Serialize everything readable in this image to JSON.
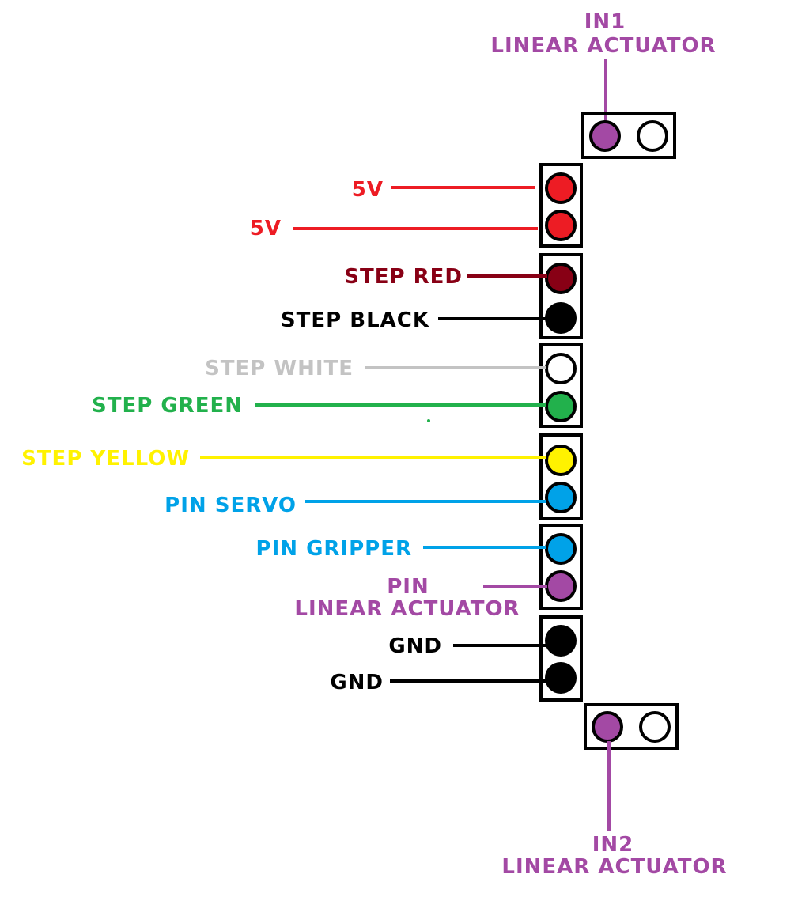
{
  "colors": {
    "purple": "#a349a4",
    "red": "#ed1c24",
    "dark_red": "#880015",
    "black": "#000000",
    "white_label": "#c3c3c3",
    "green": "#22b14c",
    "yellow": "#fff200",
    "blue": "#00a2e8",
    "empty": "#ffffff"
  },
  "top_connector": {
    "label_line1": "IN1",
    "label_line2": "LINEAR ACTUATOR",
    "pins": [
      "purple",
      "empty"
    ]
  },
  "bottom_connector": {
    "label_line1": "IN2",
    "label_line2": "LINEAR ACTUATOR",
    "pins": [
      "purple",
      "empty"
    ]
  },
  "header_groups": [
    {
      "pins": [
        {
          "label": "5V",
          "color": "red"
        },
        {
          "label": "5V",
          "color": "red"
        }
      ]
    },
    {
      "pins": [
        {
          "label": "STEP RED",
          "color": "dark_red"
        },
        {
          "label": "STEP BLACK",
          "color": "black"
        }
      ]
    },
    {
      "pins": [
        {
          "label": "STEP WHITE",
          "color": "white_label",
          "fill": "empty"
        },
        {
          "label": "STEP GREEN",
          "color": "green"
        }
      ]
    },
    {
      "pins": [
        {
          "label": "STEP YELLOW",
          "color": "yellow"
        },
        {
          "label": "PIN SERVO",
          "color": "blue"
        }
      ]
    },
    {
      "pins": [
        {
          "label": "PIN GRIPPER",
          "color": "blue"
        },
        {
          "label": "PIN",
          "label_line2": "LINEAR ACTUATOR",
          "color": "purple"
        }
      ]
    },
    {
      "pins": [
        {
          "label": "GND",
          "color": "black"
        },
        {
          "label": "GND",
          "color": "black"
        }
      ]
    }
  ]
}
